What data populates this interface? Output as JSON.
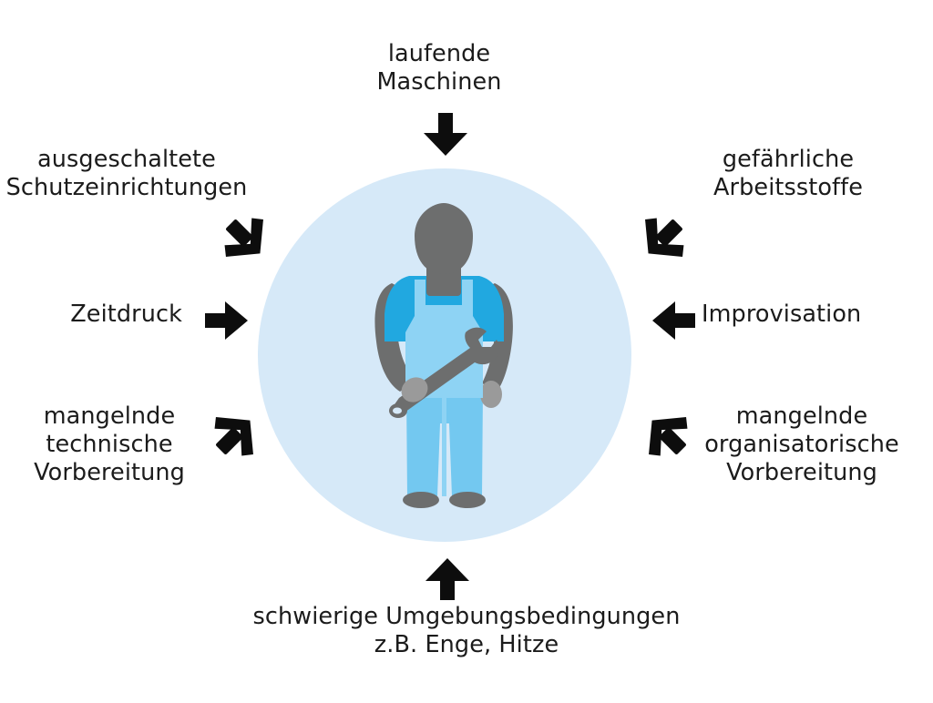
{
  "diagram": {
    "type": "radial-influences",
    "center": {
      "shape": "circle",
      "fill_color": "#d6e9f8",
      "figure": {
        "name": "construction-worker",
        "helmet_color": "#ffdd00",
        "shirt_color": "#21a8e0",
        "overalls_color": "#8ed3f4",
        "pants_color": "#73c8f0",
        "skin_color": "#6d6e6e",
        "tool": "wrench",
        "tool_color": "#6d6e6e"
      }
    },
    "arrow_color": "#0d0d0d",
    "text_color": "#1b1b1b",
    "background_color": "#ffffff",
    "labels": {
      "top": "laufende\nMaschinen",
      "top_left": "ausgeschaltete\nSchutzeinrichtungen",
      "left": "Zeitdruck",
      "bottom_left": "mangelnde\ntechnische\nVorbereitung",
      "top_right": "gefährliche\nArbeitsstoffe",
      "right": "Improvisation",
      "bottom_right": "mangelnde\norganisatorische\nVorbereitung",
      "bottom": "schwierige Umgebungsbedingungen\nz.B. Enge, Hitze"
    },
    "arrows": [
      {
        "name": "arrow-down-top",
        "direction": "down",
        "style": "solid"
      },
      {
        "name": "arrow-down-right-topleft",
        "direction": "down-right",
        "style": "chevron"
      },
      {
        "name": "arrow-right-left",
        "direction": "right",
        "style": "solid"
      },
      {
        "name": "arrow-up-right-bottomleft",
        "direction": "up-right",
        "style": "chevron"
      },
      {
        "name": "arrow-down-left-topright",
        "direction": "down-left",
        "style": "chevron"
      },
      {
        "name": "arrow-left-right",
        "direction": "left",
        "style": "solid"
      },
      {
        "name": "arrow-up-left-bottomright",
        "direction": "up-left",
        "style": "chevron"
      },
      {
        "name": "arrow-up-bottom",
        "direction": "up",
        "style": "solid"
      }
    ]
  }
}
